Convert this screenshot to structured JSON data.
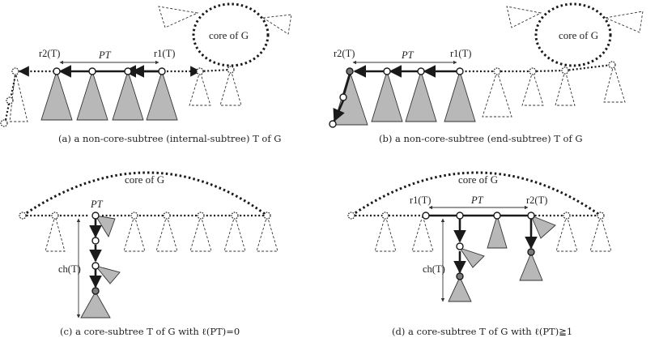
{
  "panels": {
    "a": {
      "caption": "(a) a non-core-subtree (internal-subtree) T of G",
      "core_label": "core of G",
      "r1_label": "r1(T)",
      "r2_label": "r2(T)",
      "path_label": "PT"
    },
    "b": {
      "caption": "(b) a non-core-subtree (end-subtree) T of G",
      "core_label": "core of G",
      "r1_label": "r1(T)",
      "r2_label": "r2(T)",
      "path_label": "PT"
    },
    "c": {
      "caption": "(c)  a core-subtree T of G with ℓ(PT)=0",
      "core_label": "core of G",
      "path_label": "PT",
      "height_label": "ch(T)"
    },
    "d": {
      "caption": "(d) a core-subtree T of G with ℓ(PT)≧1",
      "core_label": "core of G",
      "r1_label": "r1(T)",
      "r2_label": "r2(T)",
      "path_label": "PT",
      "height_label": "ch(T)"
    }
  }
}
